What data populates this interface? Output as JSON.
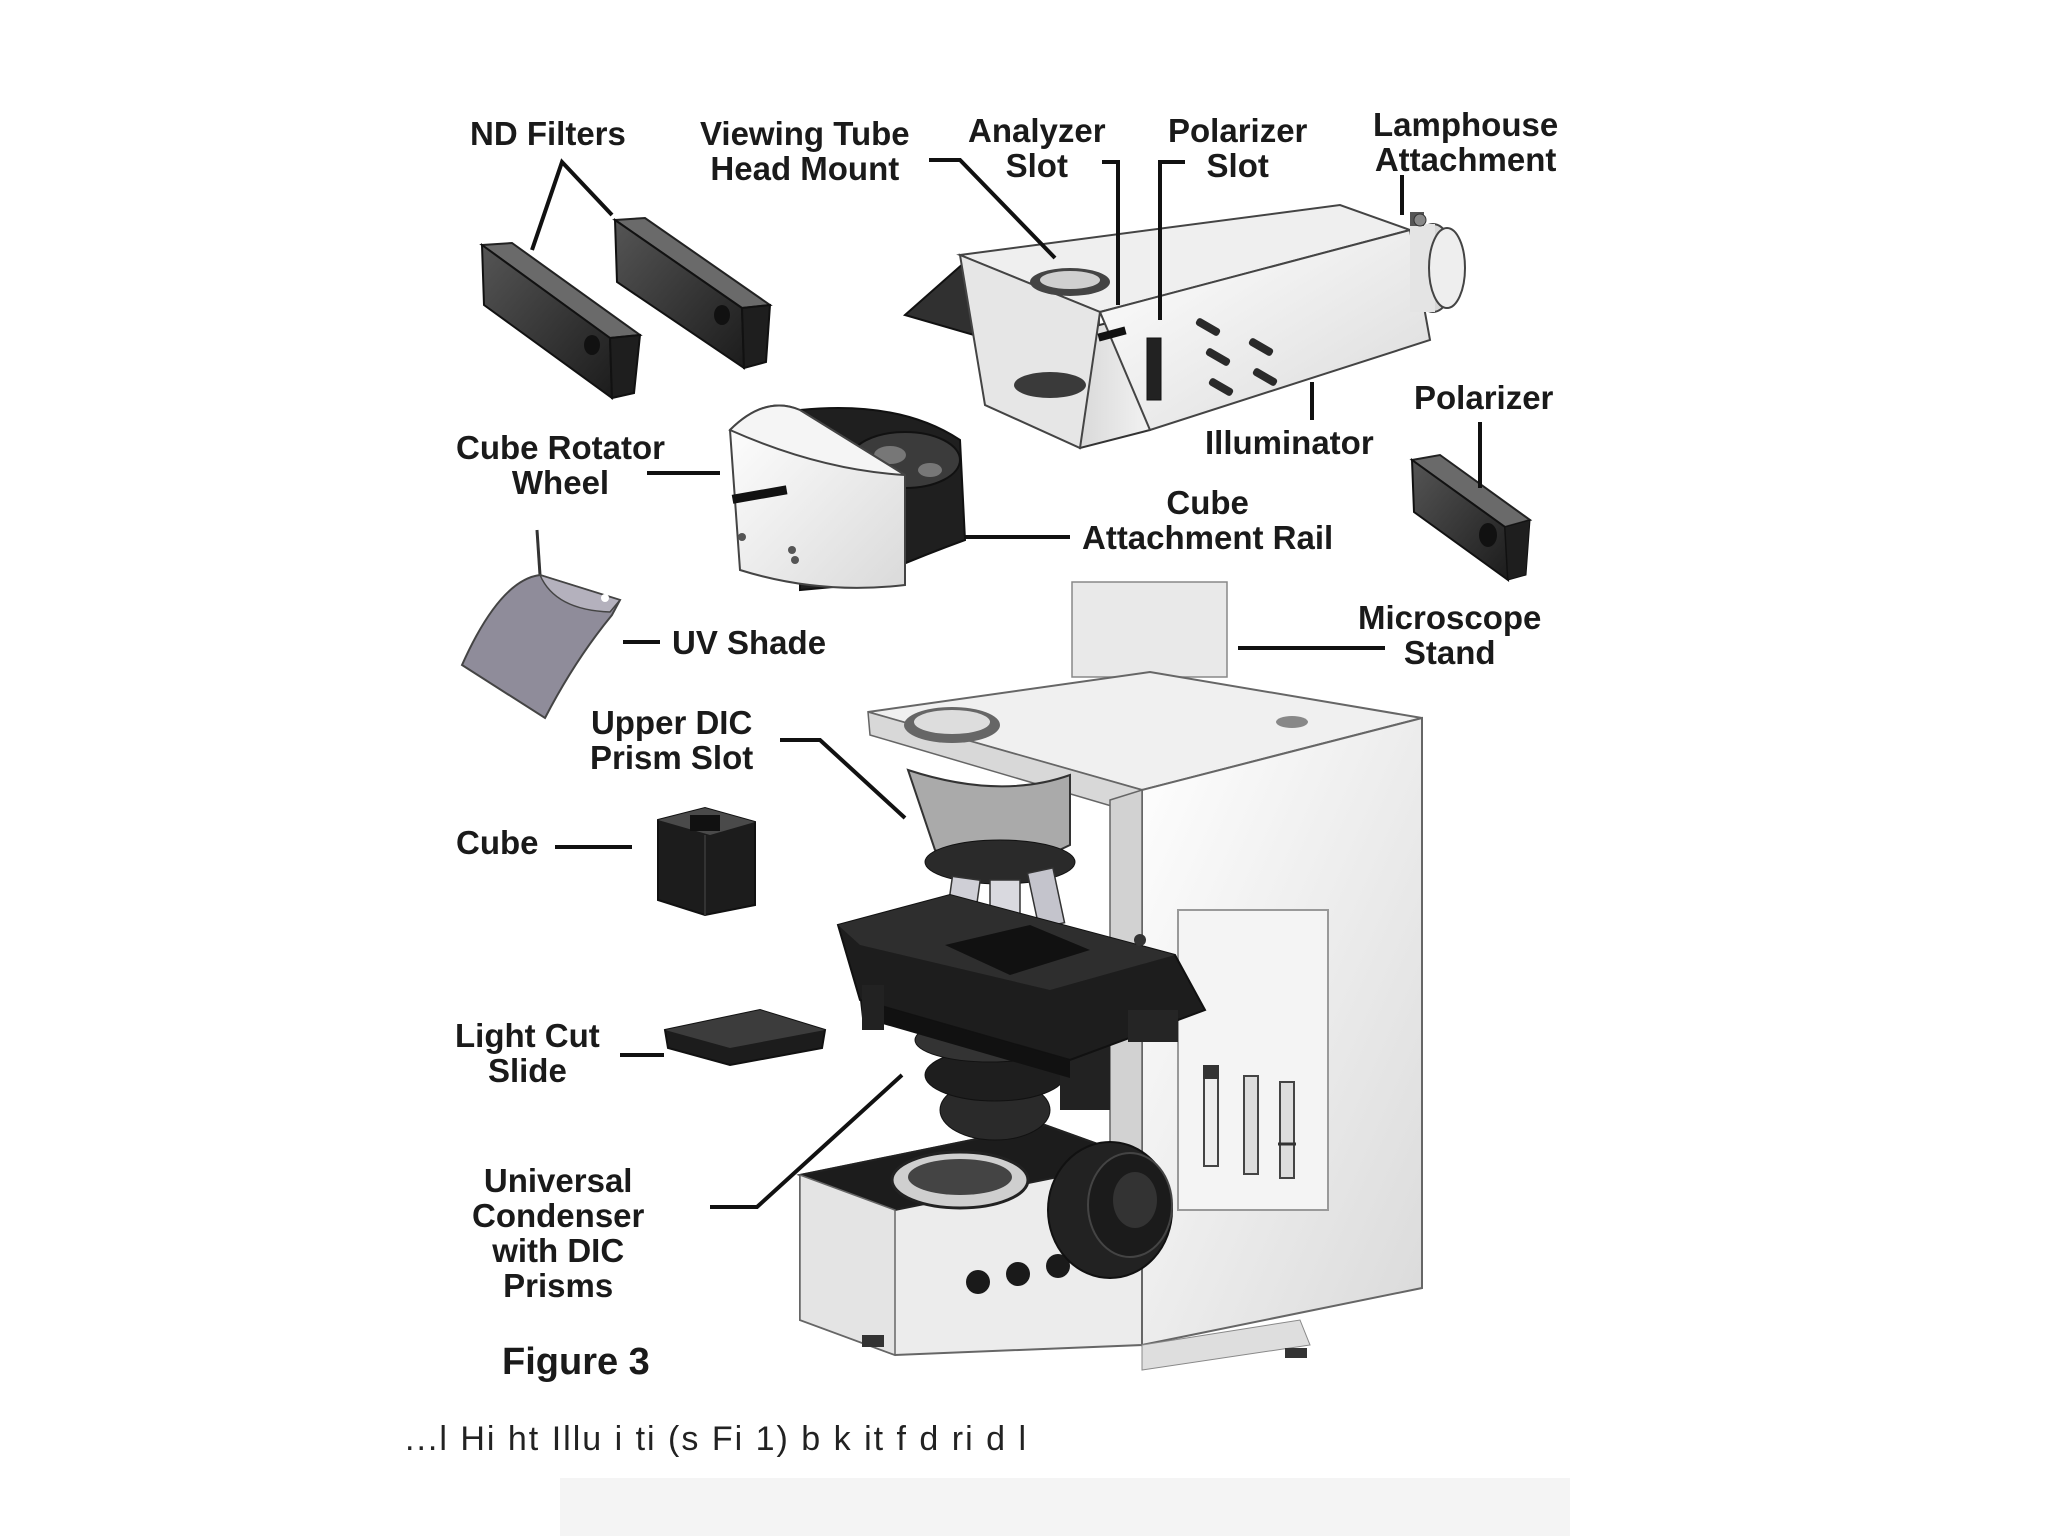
{
  "figure": {
    "caption": "Figure 3",
    "truncated_text": "...l Hi ht Illu i ti (s Fi 1) b k it f d ri d l"
  },
  "labels": {
    "nd_filters": [
      "ND Filters"
    ],
    "viewing_tube": [
      "Viewing Tube",
      "Head Mount"
    ],
    "analyzer_slot": [
      "Analyzer",
      "Slot"
    ],
    "polarizer_slot": [
      "Polarizer",
      "Slot"
    ],
    "lamphouse": [
      "Lamphouse",
      "Attachment"
    ],
    "polarizer": [
      "Polarizer"
    ],
    "illuminator": [
      "Illuminator"
    ],
    "cube_rotator": [
      "Cube Rotator",
      "Wheel"
    ],
    "cube_rail": [
      "Cube",
      "Attachment Rail"
    ],
    "uv_shade": [
      "UV Shade"
    ],
    "microscope_stand": [
      "Microscope",
      "Stand"
    ],
    "upper_dic": [
      "Upper DIC",
      "Prism Slot"
    ],
    "cube": [
      "Cube"
    ],
    "light_cut": [
      "Light Cut",
      "Slide"
    ],
    "condenser": [
      "Universal",
      "Condenser",
      "with DIC",
      "Prisms"
    ]
  },
  "colors": {
    "ink": "#1a1a1a",
    "part_dark": "#2b2b2b",
    "part_light": "#ececec",
    "part_mid": "#c8c8c8",
    "shade": "#8f8c9a"
  }
}
